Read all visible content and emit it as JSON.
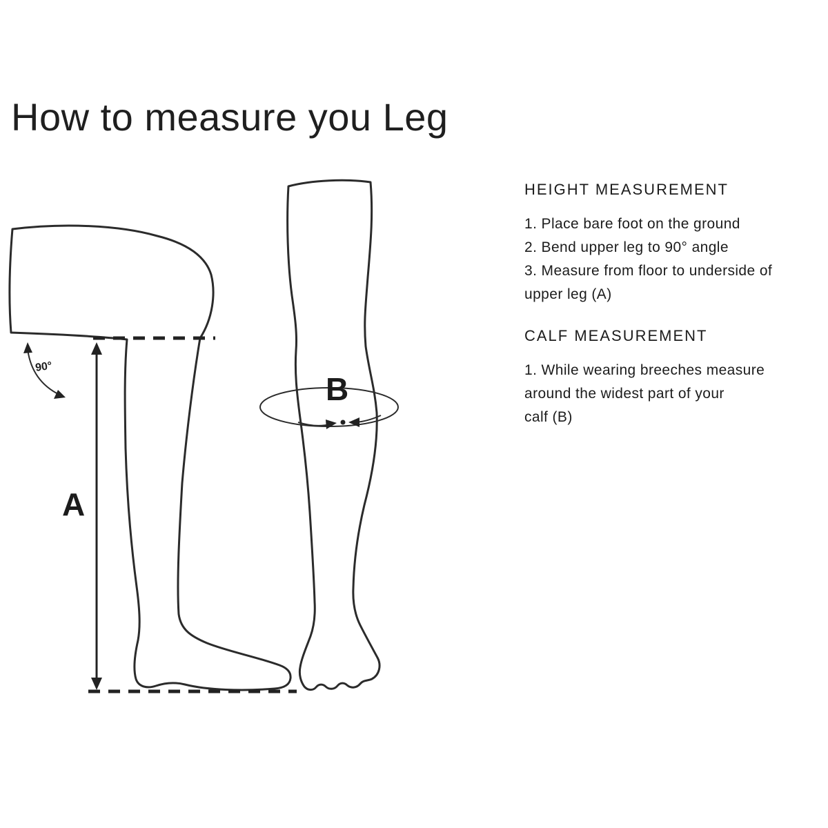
{
  "page": {
    "title": "How to measure you Leg"
  },
  "diagram": {
    "labels": {
      "height_arrow": "A",
      "calf_girth": "B",
      "angle": "90°"
    },
    "stroke_color": "#2b2b2b"
  },
  "instructions": {
    "height": {
      "heading": "HEIGHT MEASUREMENT",
      "lines": [
        "1. Place bare foot on the ground",
        "2. Bend upper leg to 90° angle",
        "3. Measure from floor to underside of",
        "upper leg (A)"
      ]
    },
    "calf": {
      "heading": "CALF MEASUREMENT",
      "lines": [
        "1. While wearing breeches measure",
        "around the widest part of your",
        "calf (B)"
      ]
    }
  }
}
